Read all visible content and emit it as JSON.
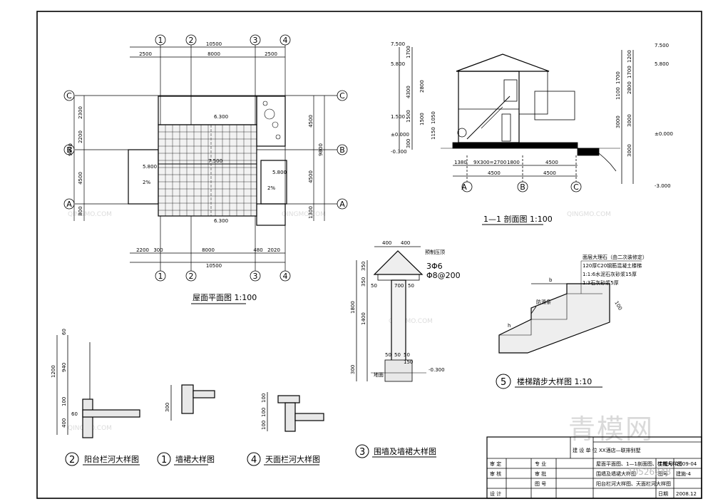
{
  "axes_plan_top": [
    "1",
    "2",
    "3",
    "4"
  ],
  "axes_plan_side": [
    "C",
    "B",
    "A"
  ],
  "plan_dims_top": {
    "total": "10500",
    "left": "2500",
    "mid": "8000",
    "right": "2500"
  },
  "plan_dims_bottom": {
    "total": "10500",
    "d1": "2200",
    "d2": "300",
    "d3": "8000",
    "d4": "480",
    "d5": "2020"
  },
  "plan_dims_left": {
    "total": "9800",
    "d1": "2300",
    "d2": "2200",
    "d3": "4500",
    "d4": "800"
  },
  "plan_dims_right": {
    "d1": "4500",
    "d2": "4500",
    "d3": "1300",
    "total": "9800"
  },
  "plan_levels": {
    "ridge": "6.300",
    "ridge2": "7.500",
    "eave_l": "5.800",
    "eave_r": "5.800",
    "low": "6.300"
  },
  "plan_slope": [
    "2%",
    "2%"
  ],
  "plan_title": "屋面平面图 1:100",
  "section_title": "1—1 剖面图 1:100",
  "section_levels_left": [
    "7.500",
    "5.800",
    "1.500",
    "±0.000",
    "-0.300"
  ],
  "section_levels_right": [
    "7.500",
    "5.800",
    "±0.000",
    "-3.000"
  ],
  "section_dims_left": [
    "1700",
    "4300",
    "2800",
    "1500",
    "1050",
    "1150",
    "1500",
    "300"
  ],
  "section_dims_right": [
    "1200",
    "1700",
    "2800",
    "1700",
    "1100",
    "3000",
    "3000",
    "3000"
  ],
  "section_dims_bottom": [
    "1380",
    "9X300=2700",
    "1800",
    "4500",
    "4500",
    "4500"
  ],
  "section_axes": [
    "A",
    "B",
    "C"
  ],
  "detail3": {
    "title": "围墙及墙裙大样图",
    "dims_top": [
      "400",
      "400"
    ],
    "rebar": [
      "3Φ6",
      "Φ8@200"
    ],
    "dims": [
      "50",
      "50",
      "700",
      "50",
      "50",
      "50",
      "1800",
      "1400",
      "300",
      "350",
      "350",
      "150"
    ],
    "level": "-0.300",
    "ground": "地面",
    "note": "预制压顶"
  },
  "detail5": {
    "title": "楼梯踏步大样图 1:10",
    "num": "5",
    "notes": [
      "面层大理石（由二次装修定）",
      "120厚C20钢筋混凝土楼梯",
      "1:1:6水泥石灰砂浆15厚",
      "1:3石灰砂浆5厚"
    ],
    "b": "b",
    "h": "h",
    "anti": "防滑条",
    "d": "100"
  },
  "detail2": {
    "title": "阳台栏河大样图",
    "num": "2",
    "dims": [
      "60",
      "1200",
      "940",
      "100",
      "60",
      "400"
    ]
  },
  "detail1": {
    "title": "墙裙大样图",
    "num": "1",
    "dims": [
      "300"
    ]
  },
  "detail4": {
    "title": "天面栏河大样图",
    "num": "4",
    "dims": [
      "100",
      "100",
      "100"
    ]
  },
  "title_block": {
    "row_labels": [
      "审 定",
      "审 核",
      "设 计"
    ],
    "col_labels": [
      "专 业",
      "审 批",
      "图 号"
    ],
    "project_label": "建 设 单 位",
    "project": "XX酒店—联排别墅",
    "drawing_lines": [
      "屋面平面图、1—1剖面图、楼梯大样图",
      "围墙及墙裙大样图",
      "阳台栏河大样图、天面栏河大样图"
    ],
    "right_labels": [
      "工程号",
      "图号",
      "日期"
    ],
    "right_values": [
      "2009-04",
      "建施-4",
      "2008.12"
    ],
    "number": "10526248"
  },
  "watermark": {
    "big": "青模网",
    "small": "QINGMO.COM"
  }
}
